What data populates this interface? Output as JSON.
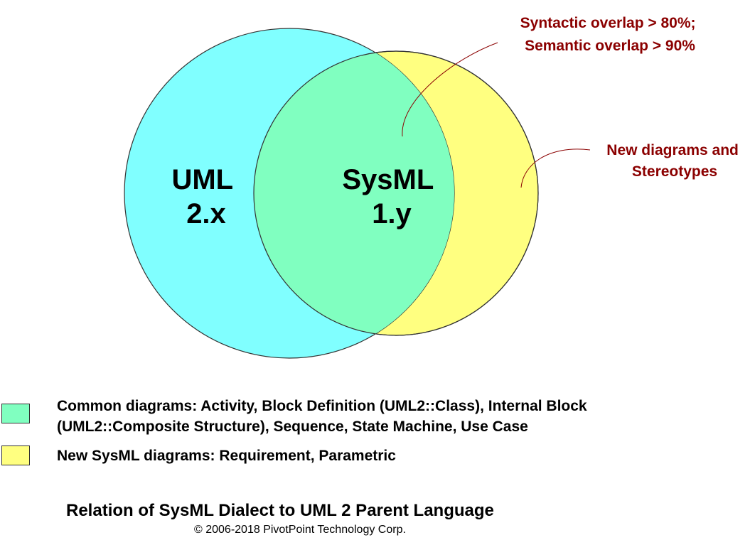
{
  "diagram": {
    "sets": [
      {
        "id": "uml",
        "lines": [
          "UML",
          "2.x"
        ],
        "color": "#80ffff"
      },
      {
        "id": "sysml",
        "lines": [
          "SysML",
          "1.y"
        ],
        "color": "#80ffc0"
      }
    ],
    "extension_color": "#ffff80",
    "callouts": [
      {
        "id": "overlap",
        "lines": [
          "Syntactic overlap > 80%;",
          "Semantic overlap > 90%"
        ]
      },
      {
        "id": "new",
        "lines": [
          "New diagrams and",
          "Stereotypes"
        ]
      }
    ],
    "callout_color": "#8b0000"
  },
  "legend": [
    {
      "color": "#80ffc0",
      "lines": [
        "Common diagrams: Activity, Block Definition (UML2::Class), Internal Block",
        "(UML2::Composite Structure), Sequence, State Machine, Use Case"
      ]
    },
    {
      "color": "#ffff80",
      "lines": [
        "New SysML diagrams: Requirement, Parametric"
      ]
    }
  ],
  "caption": "Relation of SysML Dialect to UML 2 Parent Language",
  "copyright": "© 2006-2018 PivotPoint Technology Corp."
}
